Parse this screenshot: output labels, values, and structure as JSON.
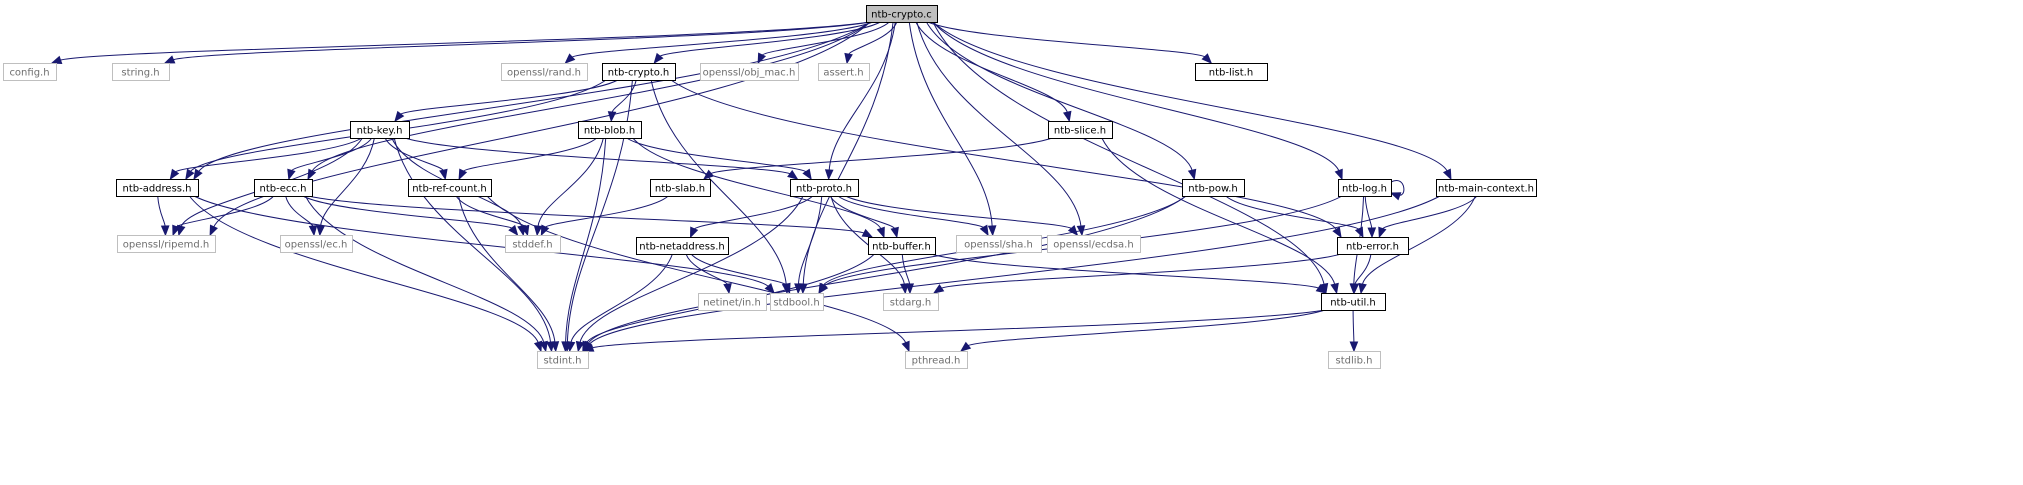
{
  "title": "ntb-crypto.c",
  "colors": {
    "edge": "#191970",
    "root_fill": "#bfbfbf",
    "project_border": "#000000",
    "system_border": "#bfbfbf",
    "system_text": "#6e6e6e"
  },
  "nodes": [
    {
      "id": "root",
      "label": "ntb-crypto.c",
      "kind": "root"
    },
    {
      "id": "config",
      "label": "config.h",
      "kind": "system"
    },
    {
      "id": "string",
      "label": "string.h",
      "kind": "system"
    },
    {
      "id": "opensslrand",
      "label": "openssl/rand.h",
      "kind": "system"
    },
    {
      "id": "cryptoh",
      "label": "ntb-crypto.h",
      "kind": "project"
    },
    {
      "id": "objmac",
      "label": "openssl/obj_mac.h",
      "kind": "system"
    },
    {
      "id": "assert",
      "label": "assert.h",
      "kind": "system"
    },
    {
      "id": "list",
      "label": "ntb-list.h",
      "kind": "project"
    },
    {
      "id": "key",
      "label": "ntb-key.h",
      "kind": "project"
    },
    {
      "id": "blob",
      "label": "ntb-blob.h",
      "kind": "project"
    },
    {
      "id": "slice",
      "label": "ntb-slice.h",
      "kind": "project"
    },
    {
      "id": "address",
      "label": "ntb-address.h",
      "kind": "project"
    },
    {
      "id": "ecc",
      "label": "ntb-ecc.h",
      "kind": "project"
    },
    {
      "id": "refcount",
      "label": "ntb-ref-count.h",
      "kind": "project"
    },
    {
      "id": "slab",
      "label": "ntb-slab.h",
      "kind": "project"
    },
    {
      "id": "proto",
      "label": "ntb-proto.h",
      "kind": "project"
    },
    {
      "id": "pow",
      "label": "ntb-pow.h",
      "kind": "project"
    },
    {
      "id": "log",
      "label": "ntb-log.h",
      "kind": "project"
    },
    {
      "id": "maincontext",
      "label": "ntb-main-context.h",
      "kind": "project"
    },
    {
      "id": "ripemd",
      "label": "openssl/ripemd.h",
      "kind": "system"
    },
    {
      "id": "ec",
      "label": "openssl/ec.h",
      "kind": "system"
    },
    {
      "id": "stddef",
      "label": "stddef.h",
      "kind": "system"
    },
    {
      "id": "netaddress",
      "label": "ntb-netaddress.h",
      "kind": "project"
    },
    {
      "id": "buffer",
      "label": "ntb-buffer.h",
      "kind": "project"
    },
    {
      "id": "sha",
      "label": "openssl/sha.h",
      "kind": "system"
    },
    {
      "id": "ecdsa",
      "label": "openssl/ecdsa.h",
      "kind": "system"
    },
    {
      "id": "error",
      "label": "ntb-error.h",
      "kind": "project"
    },
    {
      "id": "netinetin",
      "label": "netinet/in.h",
      "kind": "system"
    },
    {
      "id": "stdbool",
      "label": "stdbool.h",
      "kind": "system"
    },
    {
      "id": "stdarg",
      "label": "stdarg.h",
      "kind": "system"
    },
    {
      "id": "util",
      "label": "ntb-util.h",
      "kind": "project"
    },
    {
      "id": "stdint",
      "label": "stdint.h",
      "kind": "system"
    },
    {
      "id": "pthread",
      "label": "pthread.h",
      "kind": "system"
    },
    {
      "id": "stdlib",
      "label": "stdlib.h",
      "kind": "system"
    }
  ],
  "edges": [
    [
      "root",
      "config"
    ],
    [
      "root",
      "string"
    ],
    [
      "root",
      "opensslrand"
    ],
    [
      "root",
      "cryptoh"
    ],
    [
      "root",
      "objmac"
    ],
    [
      "root",
      "assert"
    ],
    [
      "root",
      "list"
    ],
    [
      "root",
      "address"
    ],
    [
      "root",
      "ecc"
    ],
    [
      "root",
      "proto"
    ],
    [
      "root",
      "ripemd"
    ],
    [
      "root",
      "slice"
    ],
    [
      "root",
      "pow"
    ],
    [
      "root",
      "log"
    ],
    [
      "root",
      "maincontext"
    ],
    [
      "root",
      "sha"
    ],
    [
      "root",
      "ecdsa"
    ],
    [
      "root",
      "stdbool"
    ],
    [
      "root",
      "util"
    ],
    [
      "cryptoh",
      "key"
    ],
    [
      "cryptoh",
      "blob"
    ],
    [
      "cryptoh",
      "address"
    ],
    [
      "cryptoh",
      "stdint"
    ],
    [
      "cryptoh",
      "stdbool"
    ],
    [
      "cryptoh",
      "error"
    ],
    [
      "key",
      "address"
    ],
    [
      "key",
      "ecc"
    ],
    [
      "key",
      "refcount"
    ],
    [
      "key",
      "proto"
    ],
    [
      "key",
      "ripemd"
    ],
    [
      "key",
      "ec"
    ],
    [
      "key",
      "stddef"
    ],
    [
      "key",
      "stdint"
    ],
    [
      "blob",
      "refcount"
    ],
    [
      "blob",
      "proto"
    ],
    [
      "blob",
      "buffer"
    ],
    [
      "blob",
      "stddef"
    ],
    [
      "blob",
      "stdint"
    ],
    [
      "slice",
      "slab"
    ],
    [
      "slice",
      "util"
    ],
    [
      "address",
      "ripemd"
    ],
    [
      "address",
      "stdint"
    ],
    [
      "address",
      "stdbool"
    ],
    [
      "ecc",
      "ripemd"
    ],
    [
      "ecc",
      "ec"
    ],
    [
      "ecc",
      "stddef"
    ],
    [
      "ecc",
      "buffer"
    ],
    [
      "ecc",
      "stdint"
    ],
    [
      "refcount",
      "stddef"
    ],
    [
      "refcount",
      "stdint"
    ],
    [
      "refcount",
      "pthread"
    ],
    [
      "slab",
      "stddef"
    ],
    [
      "proto",
      "netaddress"
    ],
    [
      "proto",
      "buffer"
    ],
    [
      "proto",
      "sha"
    ],
    [
      "proto",
      "ecdsa"
    ],
    [
      "proto",
      "stdbool"
    ],
    [
      "proto",
      "stdarg"
    ],
    [
      "proto",
      "stdint"
    ],
    [
      "pow",
      "error"
    ],
    [
      "pow",
      "stdbool"
    ],
    [
      "pow",
      "stdint"
    ],
    [
      "log",
      "log"
    ],
    [
      "log",
      "error"
    ],
    [
      "log",
      "util"
    ],
    [
      "log",
      "stdbool"
    ],
    [
      "maincontext",
      "error"
    ],
    [
      "maincontext",
      "util"
    ],
    [
      "maincontext",
      "stdint"
    ],
    [
      "netaddress",
      "netinetin"
    ],
    [
      "netaddress",
      "stdbool"
    ],
    [
      "netaddress",
      "stdint"
    ],
    [
      "buffer",
      "stdarg"
    ],
    [
      "buffer",
      "util"
    ],
    [
      "buffer",
      "stdint"
    ],
    [
      "error",
      "util"
    ],
    [
      "error",
      "stdarg"
    ],
    [
      "util",
      "stdlib"
    ],
    [
      "util",
      "stdint"
    ],
    [
      "util",
      "pthread"
    ]
  ]
}
